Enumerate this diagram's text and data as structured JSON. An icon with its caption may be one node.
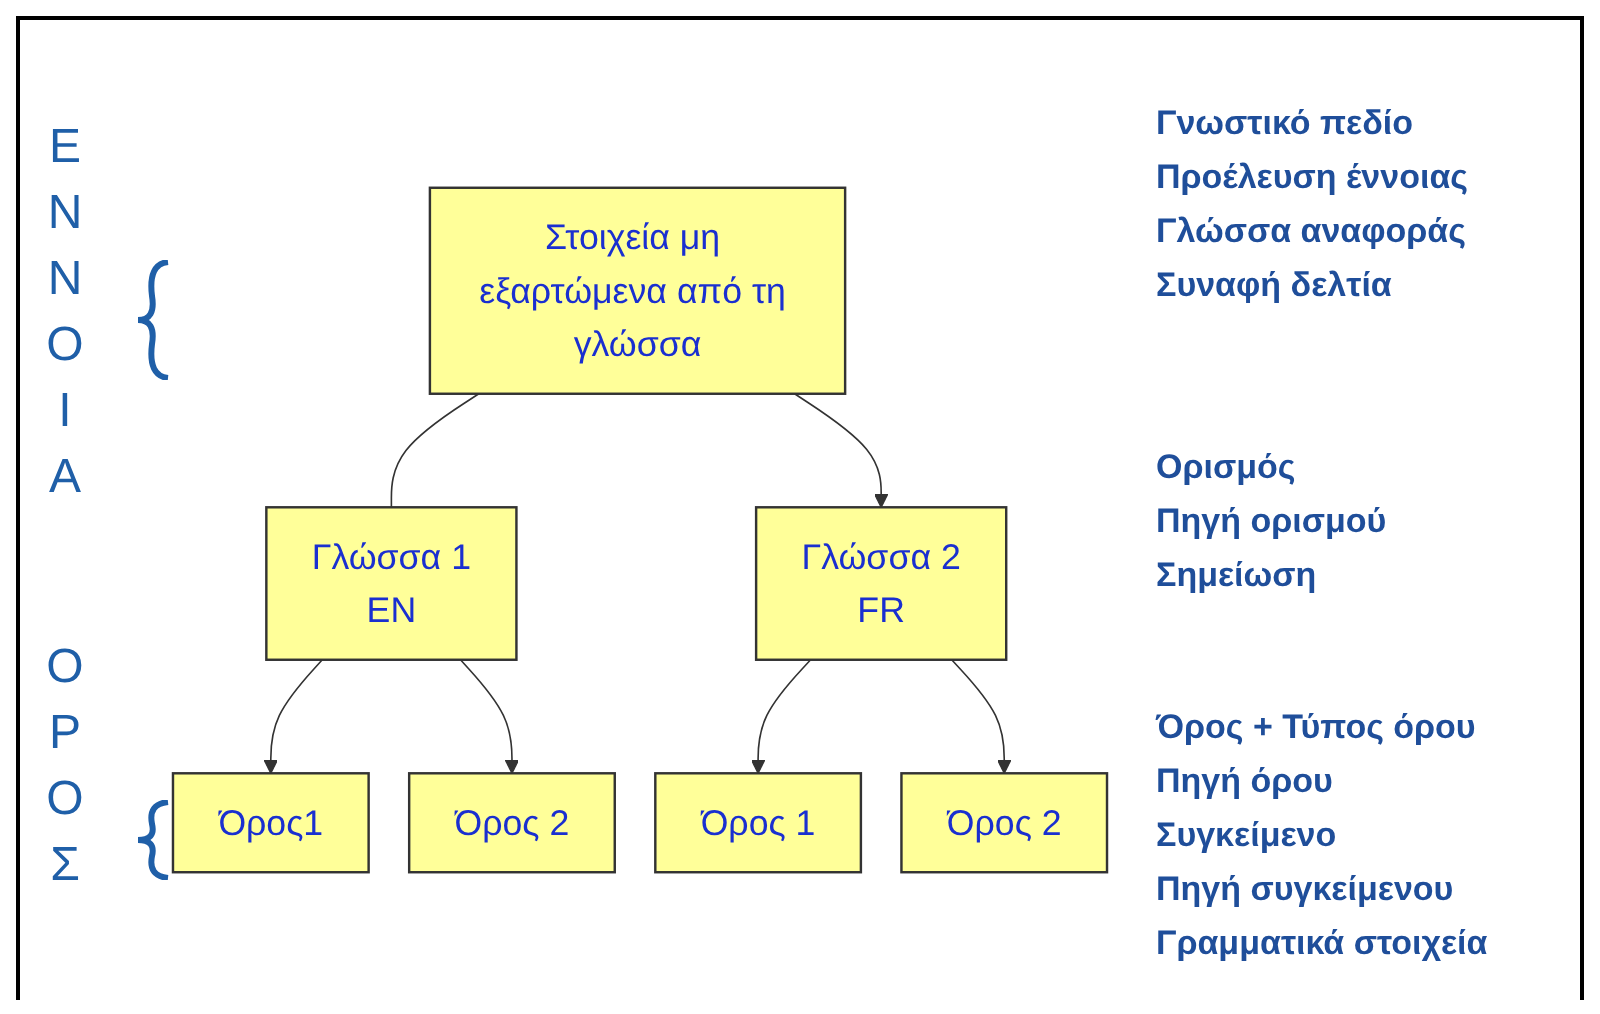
{
  "diagram": {
    "nodes": [
      {
        "text": [
          "Στοιχεία μη εξαρτώμενα από τη γλώσσα"
        ]
      },
      {
        "text": [
          "Γλώσσα 1",
          "EN"
        ]
      },
      {
        "text": [
          "Γλώσσα 2",
          "FR"
        ]
      },
      {
        "text": [
          "Όρος1"
        ]
      },
      {
        "text": [
          "Όρος 2"
        ]
      },
      {
        "text": [
          "Όρος 1"
        ]
      },
      {
        "text": [
          "Όρος 2"
        ]
      }
    ],
    "edges": [
      {
        "from": 0,
        "to": 1,
        "arrow": "none"
      },
      {
        "from": 0,
        "to": 2,
        "arrow": "to"
      },
      {
        "from": 1,
        "to": 3,
        "arrow": "to"
      },
      {
        "from": 1,
        "to": 4,
        "arrow": "to"
      },
      {
        "from": 2,
        "to": 5,
        "arrow": "to"
      },
      {
        "from": 2,
        "to": 6,
        "arrow": "to"
      }
    ],
    "labels": [
      "ΕΝΝΟΙΑ",
      "Γνωστικό πεδίο",
      "Προέλευση έννοιας",
      "Γλώσσα αναφοράς",
      "Συναφή δελτία",
      "Ορισμός",
      "Πηγή ορισμού",
      "Σημείωση",
      "ΟΡΟΣ",
      "Όρος + Τύπος όρου",
      "Πηγή όρου",
      "Συγκείμενο",
      "Πηγή συγκείμενου",
      "Γραμματικά στοιχεία"
    ]
  }
}
